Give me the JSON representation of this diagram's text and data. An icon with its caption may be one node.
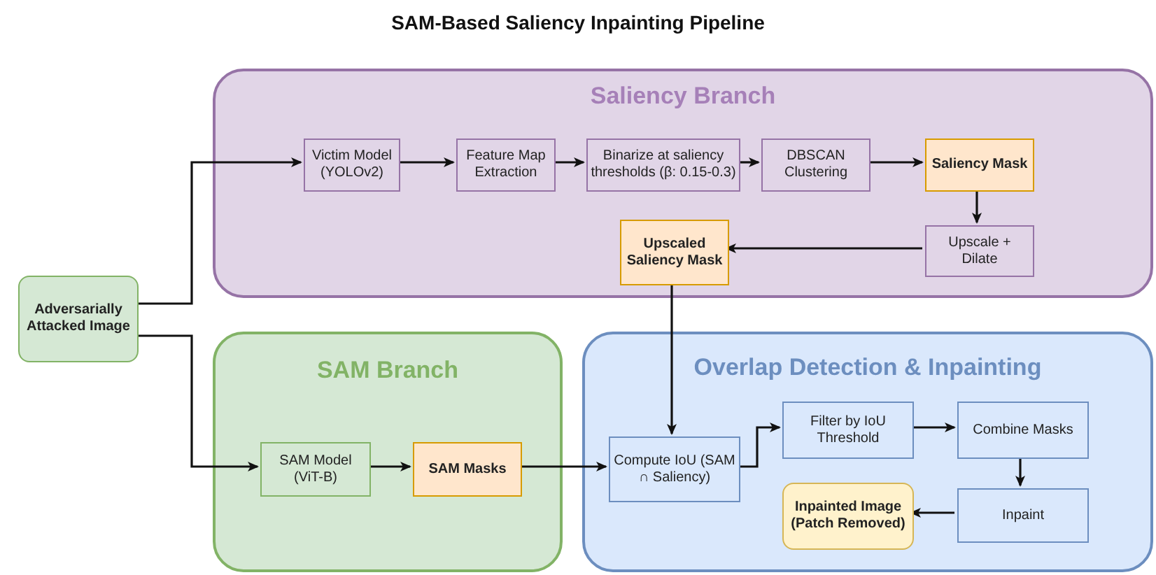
{
  "diagram": {
    "title": "SAM-Based Saliency Inpainting Pipeline",
    "nodes": [
      {
        "text": [
          "Saliency Branch"
        ]
      },
      {
        "text": [
          "Victim Model (YOLOv2)"
        ],
        "in": 0
      },
      {
        "text": [
          "Feature Map Extraction"
        ],
        "in": 0
      },
      {
        "text": [
          "Binarize at saliency thresholds (β: 0.15-0.3)"
        ],
        "in": 0
      },
      {
        "text": [
          "DBSCAN Clustering"
        ],
        "in": 0
      },
      {
        "text": [
          "Saliency Mask"
        ],
        "in": 0
      },
      {
        "text": [
          "Upscaled Saliency Mask"
        ],
        "in": 0
      },
      {
        "text": [
          "Upscale + Dilate"
        ],
        "in": 0
      },
      {
        "text": [
          "Adversarially Attacked Image"
        ]
      },
      {
        "text": [
          "SAM Branch"
        ]
      },
      {
        "text": [
          "SAM Model (ViT-B)"
        ],
        "in": 9
      },
      {
        "text": [
          "SAM Masks"
        ],
        "in": 9
      },
      {
        "text": [
          "Overlap Detection & Inpainting"
        ]
      },
      {
        "text": [
          "Compute IoU (SAM ∩ Saliency)"
        ],
        "in": 12
      },
      {
        "text": [
          "Filter by IoU Threshold"
        ],
        "in": 12
      },
      {
        "text": [
          "Combine Masks"
        ],
        "in": 12
      },
      {
        "text": [
          "Inpainted Image (Patch Removed)"
        ],
        "in": 12
      },
      {
        "text": [
          "Inpaint"
        ],
        "in": 12
      }
    ],
    "edges": [
      {
        "from": 8,
        "to": 1,
        "arrow": "to"
      },
      {
        "from": 1,
        "to": 2,
        "arrow": "to"
      },
      {
        "from": 2,
        "to": 3,
        "arrow": "to"
      },
      {
        "from": 3,
        "to": 4,
        "arrow": "to"
      },
      {
        "from": 4,
        "to": 5,
        "arrow": "to"
      },
      {
        "from": 5,
        "to": 7,
        "arrow": "to"
      },
      {
        "from": 7,
        "to": 6,
        "arrow": "to"
      },
      {
        "from": 6,
        "to": 13,
        "arrow": "to"
      },
      {
        "from": 8,
        "to": 10,
        "arrow": "to"
      },
      {
        "from": 10,
        "to": 11,
        "arrow": "to"
      },
      {
        "from": 11,
        "to": 13,
        "arrow": "to"
      },
      {
        "from": 13,
        "to": 14,
        "arrow": "to"
      },
      {
        "from": 14,
        "to": 15,
        "arrow": "to"
      },
      {
        "from": 15,
        "to": 17,
        "arrow": "to"
      },
      {
        "from": 17,
        "to": 16,
        "arrow": "to"
      }
    ]
  }
}
